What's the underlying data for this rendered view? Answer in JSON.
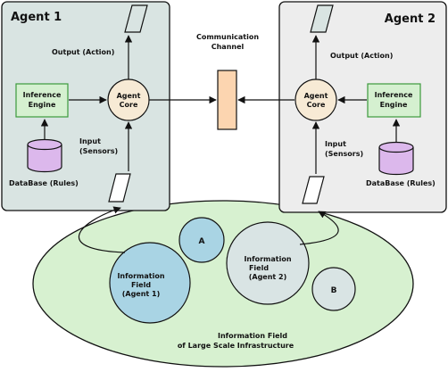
{
  "agent1": {
    "title": "Agent 1",
    "core_label_line1": "Agent",
    "core_label_line2": "Core",
    "inference_line1": "Inference",
    "inference_line2": "Engine",
    "output_label": "Output (Action)",
    "input_line1": "Input",
    "input_line2": "(Sensors)",
    "database_label": "DataBase (Rules)"
  },
  "agent2": {
    "title": "Agent 2",
    "core_label_line1": "Agent",
    "core_label_line2": "Core",
    "inference_line1": "Inference",
    "inference_line2": "Engine",
    "output_label": "Output (Action)",
    "input_line1": "Input",
    "input_line2": "(Sensors)",
    "database_label": "DataBase (Rules)"
  },
  "channel": {
    "line1": "Communication",
    "line2": "Channel"
  },
  "field": {
    "agent1_line1": "Information",
    "agent1_line2": "Field",
    "agent1_line3": "(Agent 1)",
    "agent2_line1": "Information",
    "agent2_line2": "Field",
    "agent2_line3": "(Agent 2)",
    "a_label": "A",
    "b_label": "B",
    "infra_line1": "Information Field",
    "infra_line2": "of Large Scale Infrastructure"
  },
  "colors": {
    "agent1_bg": "#d9e4e2",
    "agent2_bg": "#ededed",
    "inference_fill": "#d5f0d0",
    "inference_stroke": "#3c9a3c",
    "core_fill": "#f7ead5",
    "database_fill": "#dcb8ec",
    "channel_fill": "#fcd5b0",
    "field_fill": "#d7f1d0",
    "agent1_field_fill": "#a9d4e4",
    "a_fill": "#a9d4e4",
    "agent2_field_fill": "#d9e4e4",
    "b_fill": "#d9e4e4"
  }
}
